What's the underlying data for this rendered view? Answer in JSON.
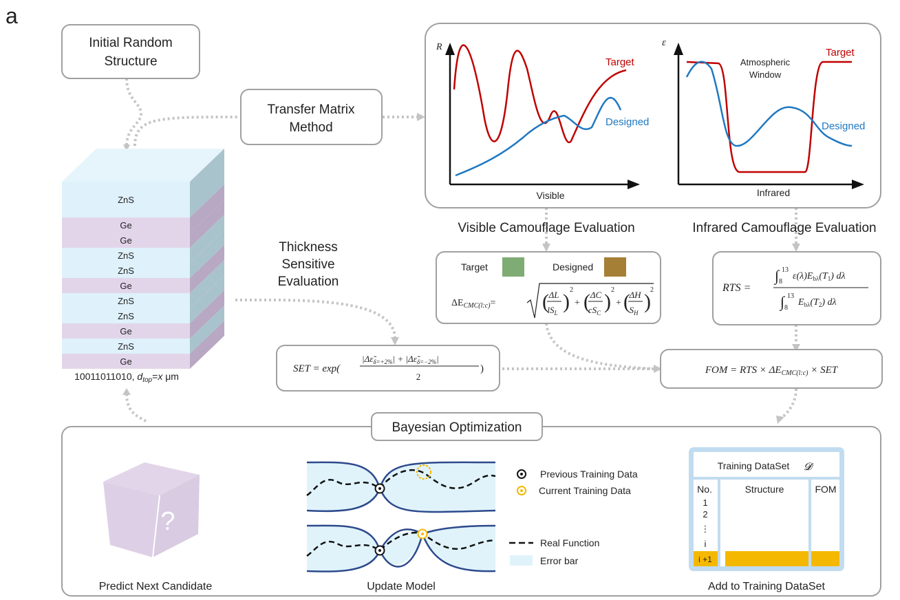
{
  "panel_label": "a",
  "initial_structure": {
    "line1": "Initial Random",
    "line2": "Structure"
  },
  "tmm": {
    "line1": "Transfer Matrix",
    "line2": "Method"
  },
  "stack": {
    "layers": [
      "ZnS",
      "Ge",
      "Ge",
      "ZnS",
      "ZnS",
      "Ge",
      "ZnS",
      "ZnS",
      "Ge",
      "ZnS",
      "Ge"
    ],
    "caption_code": "10011011010, ",
    "caption_d": "d",
    "caption_sub": "top",
    "caption_eq": "=",
    "caption_x": "x",
    "caption_unit": " μm",
    "colors": {
      "ZnS": "#dff1fa",
      "Ge": "#e2d5ea"
    }
  },
  "thickness_eval": {
    "line1": "Thickness",
    "line2": "Sensitive",
    "line3": "Evaluation"
  },
  "visible_plot": {
    "ylabel": "R",
    "xlabel": "Visible",
    "target_label": "Target",
    "designed_label": "Designed"
  },
  "infrared_plot": {
    "ylabel": "ε",
    "xlabel": "Infrared",
    "target_label": "Target",
    "designed_label": "Designed",
    "window_line1": "Atmospheric",
    "window_line2": "Window"
  },
  "visible_eval_title": "Visible Camouflage Evaluation",
  "infrared_eval_title": "Infrared Camouflage Evaluation",
  "color_box": {
    "target_label": "Target",
    "designed_label": "Designed",
    "target_color": "#7fac74",
    "designed_color": "#a67f36",
    "lhs": "ΔE",
    "lhs_sub": "CMC(l:c)",
    "eq": "=",
    "frac1_num": "ΔL",
    "frac1_den": "lS",
    "frac1_den_sub": "L",
    "frac2_num": "ΔC",
    "frac2_den": "cS",
    "frac2_den_sub": "C",
    "frac3_num": "ΔH",
    "frac3_den": "S",
    "frac3_den_sub": "H",
    "sq": "2",
    "plus": "+"
  },
  "rts_box": {
    "lhs": "RTS =",
    "int_upper": "13",
    "int_lower": "8",
    "num_body": "ε(λ)E",
    "num_sub": "bλ",
    "num_arg": "(T",
    "num_arg_sub": "1",
    "num_tail": ") dλ",
    "den_body": "E",
    "den_sub": "bλ",
    "den_arg": "(T",
    "den_arg_sub": "2",
    "den_tail": ") dλ"
  },
  "set_box": {
    "lhs": "SET = exp(",
    "num_a": "|Δε̃",
    "sub_a": "δ=+2%",
    "num_mid": "| + |Δε̃",
    "sub_b": "δ=−2%",
    "num_end": "|",
    "den": "2",
    "close": ")"
  },
  "fom_box": {
    "text1": "FOM = RTS × ΔE",
    "sub": "CMC(l:c)",
    "text2": " × SET"
  },
  "bayes": {
    "title": "Bayesian Optimization",
    "predict_label": "Predict Next Candidate",
    "question_mark": "?",
    "update_label": "Update Model",
    "add_label": "Add to Training DataSet",
    "legend_prev": "Previous Training Data",
    "legend_curr": "Current Training Data",
    "legend_real": "Real Function",
    "legend_error": "Error bar",
    "dataset_title": "Training DataSet",
    "dataset_symbol": "𝓓",
    "col_no": "No.",
    "col_structure": "Structure",
    "col_fom": "FOM",
    "rows": [
      "1",
      "2",
      "⋮",
      "i"
    ],
    "new_row": "i +1"
  },
  "colors": {
    "target": "#c00000",
    "designed": "#1f78c1",
    "model_line": "#2c4a8c",
    "error_fill": "#e0f3fa",
    "highlight": "#f5b800",
    "dataset_border": "#c1dcf0"
  }
}
